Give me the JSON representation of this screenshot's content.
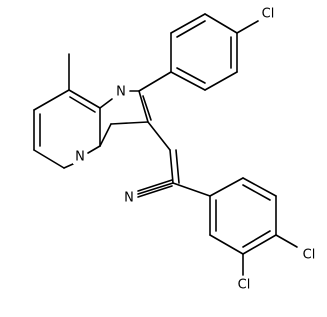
{
  "atoms": {
    "n_imine": "N",
    "n_bridge": "N",
    "cl_top": "Cl",
    "cl_meta": "Cl",
    "cl_para": "Cl",
    "n_nitrile": "N"
  },
  "colors": {
    "bond": "#000000",
    "background": "#ffffff"
  }
}
